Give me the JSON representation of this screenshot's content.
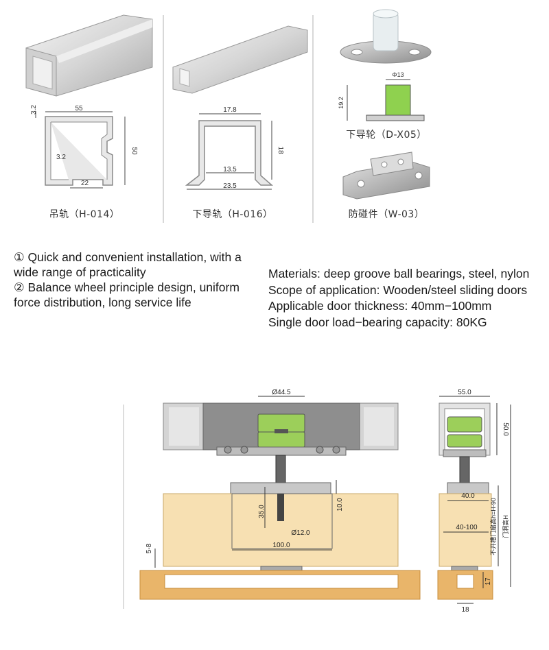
{
  "products": [
    {
      "id": "hanging-rail",
      "caption": "吊轨（H-014）",
      "dims": {
        "width": "55",
        "height": "50",
        "lip": "3.2",
        "inner_lip": "3.2",
        "opening": "22"
      }
    },
    {
      "id": "lower-rail",
      "caption": "下导轨（H-016）",
      "dims": {
        "width": "17.8",
        "height": "18",
        "inner": "13.5",
        "base": "23.5"
      }
    },
    {
      "id": "lower-guide-wheel",
      "caption": "下导轮（D-X05）",
      "dims": {
        "diameter": "Φ13",
        "height": "19.2"
      }
    },
    {
      "id": "anti-collision",
      "caption": "防碰件（W-03）"
    }
  ],
  "features": [
    "① Quick and convenient installation, with a wide range of practicality",
    "② Balance wheel principle design, uniform force distribution, long service life"
  ],
  "specs": [
    "Materials: deep groove ball bearings, steel, nylon",
    "Scope of application: Wooden/steel sliding doors",
    "Applicable door thickness: 40mm−100mm",
    "Single door load−bearing capacity: 80KG"
  ],
  "assembly_front": {
    "wheel_dia": "Ø44.5",
    "bolt_len": "35.0",
    "hole_dia": "Ø12.0",
    "plate_width": "100.0",
    "gap": "10.0",
    "clearance": "5-8"
  },
  "assembly_side": {
    "rail_width": "55.0",
    "rail_height": "50.0",
    "plate": "40.0",
    "door_range": "40-100",
    "label_door_height": "不开槽门扇高h=H-90",
    "label_opening_height": "门洞高H",
    "track_depth": "17",
    "track_width": "18"
  },
  "colors": {
    "door_wood": "#f5deb3",
    "floor_wood": "#e8b86d",
    "nylon_green": "#8fd14f",
    "rail_grey": "#c8c8c8"
  }
}
